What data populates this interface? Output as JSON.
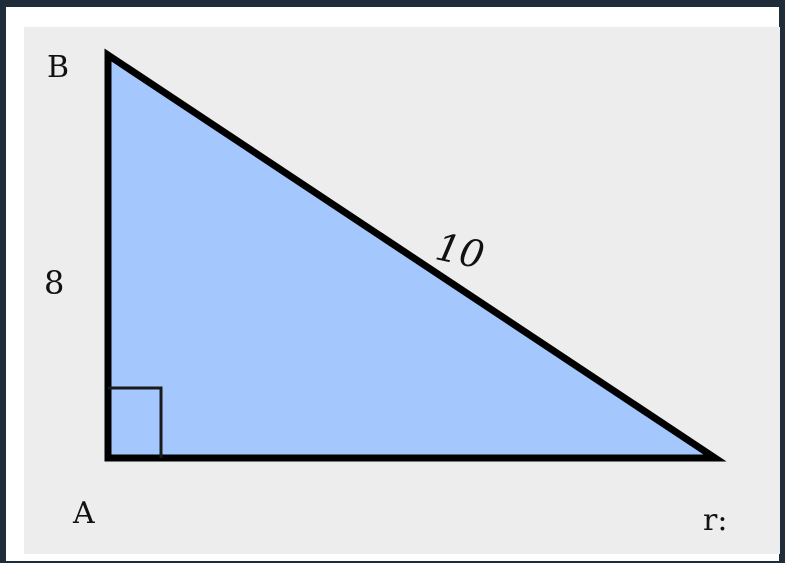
{
  "diagram": {
    "vertices": {
      "a": "A",
      "b": "B",
      "c": "r:"
    },
    "sides": {
      "ab": "8",
      "bc": "10"
    },
    "colors": {
      "fill": "#a4c8fe",
      "stroke": "#000000",
      "background": "#ededed",
      "frame": "#1f2d3a"
    },
    "right_angle_at": "A"
  }
}
